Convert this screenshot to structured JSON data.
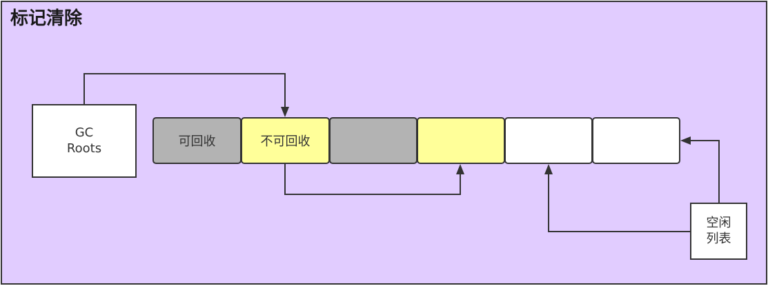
{
  "diagram": {
    "title": "标记清除",
    "gc_roots": {
      "label": "GC\nRoots"
    },
    "free_list": {
      "label": "空闲\n列表"
    },
    "memory_cells": [
      {
        "label": "可回收",
        "fill": "#b3b3b3"
      },
      {
        "label": "不可回收",
        "fill": "#ffff99"
      },
      {
        "label": "",
        "fill": "#b3b3b3"
      },
      {
        "label": "",
        "fill": "#ffff99"
      },
      {
        "label": "",
        "fill": "#ffffff"
      },
      {
        "label": "",
        "fill": "#ffffff"
      }
    ],
    "colors": {
      "background": "#e1ccff",
      "border": "#333333",
      "reclaimable": "#b3b3b3",
      "non_reclaimable": "#ffff99",
      "free": "#ffffff"
    }
  }
}
